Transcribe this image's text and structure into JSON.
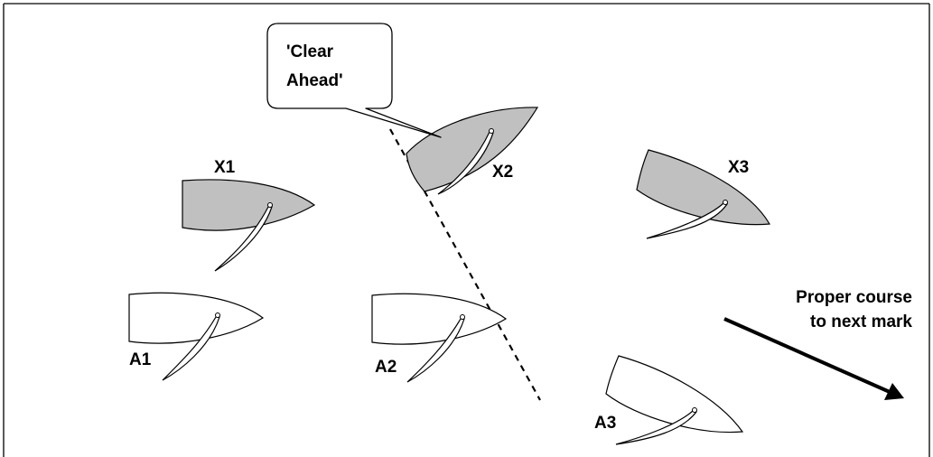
{
  "callout": {
    "line1": "'Clear",
    "line2": "Ahead'"
  },
  "direction": {
    "line1": "Proper course",
    "line2": "to next mark"
  },
  "boats": {
    "X1": {
      "label": "X1",
      "fill": "#c0c0c0"
    },
    "X2": {
      "label": "X2",
      "fill": "#c0c0c0"
    },
    "X3": {
      "label": "X3",
      "fill": "#c0c0c0"
    },
    "A1": {
      "label": "A1",
      "fill": "#ffffff"
    },
    "A2": {
      "label": "A2",
      "fill": "#ffffff"
    },
    "A3": {
      "label": "A3",
      "fill": "#ffffff"
    }
  },
  "colors": {
    "clear_ahead_boats": "#c0c0c0",
    "other_boats": "#ffffff",
    "stroke": "#000000"
  }
}
